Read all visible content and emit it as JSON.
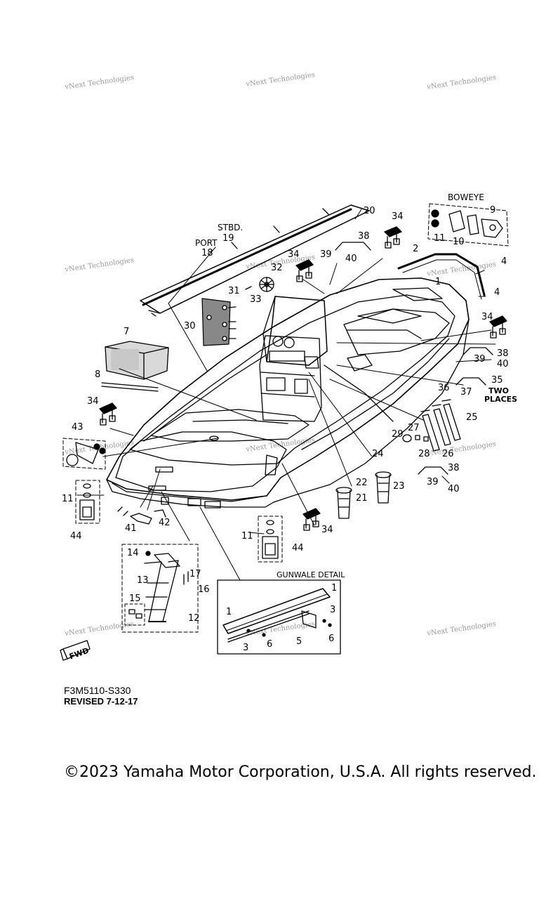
{
  "watermark": "vNext Technologies",
  "labels": {
    "boweye": "BOWEYE",
    "stbd": "STBD.",
    "port": "PORT",
    "gunwale_detail": "GUNWALE DETAIL",
    "two_places_1": "TWO",
    "two_places_2": "PLACES",
    "fwd": "FWD"
  },
  "part_numbers": [
    "1",
    "2",
    "3",
    "4",
    "5",
    "6",
    "7",
    "8",
    "9",
    "10",
    "11",
    "12",
    "13",
    "14",
    "15",
    "16",
    "17",
    "18",
    "19",
    "20",
    "21",
    "22",
    "23",
    "24",
    "25",
    "26",
    "27",
    "28",
    "29",
    "30",
    "31",
    "32",
    "33",
    "34",
    "35",
    "36",
    "37",
    "38",
    "39",
    "40",
    "41",
    "42",
    "43",
    "44"
  ],
  "footer": {
    "drawing_code": "F3M5110-S330",
    "revised": "REVISED 7-12-17",
    "copyright": "©2023 Yamaha Motor Corporation, U.S.A. All rights reserved."
  }
}
